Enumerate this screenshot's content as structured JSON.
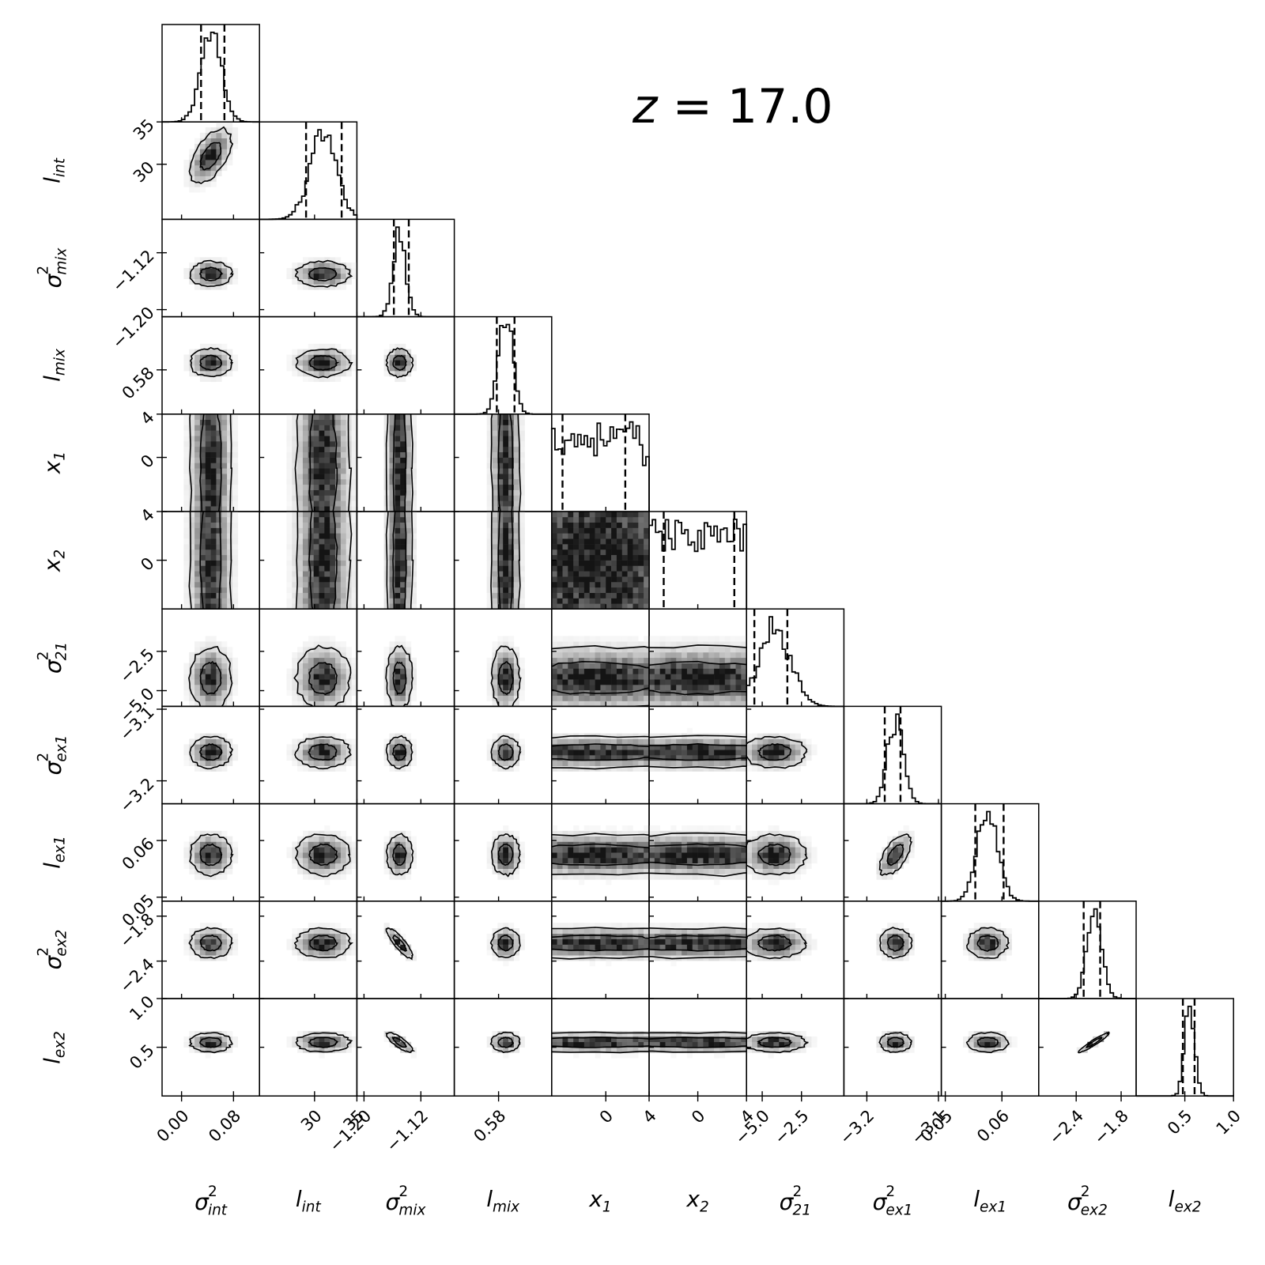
{
  "title": {
    "prefix": "z",
    "eq": " = ",
    "value": "17.0"
  },
  "chart_data": {
    "type": "corner",
    "title": "z = 17.0",
    "parameters": [
      {
        "id": "sigma2_int",
        "sym": "σ",
        "sub": "int",
        "sup": "2",
        "range": [
          -0.03,
          0.12
        ],
        "median": 0.045,
        "q16": 0.03,
        "q84": 0.066,
        "sd": 0.016,
        "shape": "normal",
        "ticks": [
          {
            "v": 0.0,
            "label": "0.00"
          },
          {
            "v": 0.08,
            "label": "0.08"
          }
        ]
      },
      {
        "id": "l_int",
        "sym": "l",
        "sub": "int",
        "sup": "",
        "range": [
          23.5,
          35.0
        ],
        "median": 31.0,
        "q16": 29.0,
        "q84": 33.2,
        "sd": 1.6,
        "shape": "normal",
        "ticks": [
          {
            "v": 30,
            "label": "30"
          },
          {
            "v": 35,
            "label": "35"
          }
        ]
      },
      {
        "id": "sigma2_mix",
        "sym": "σ",
        "sub": "mix",
        "sup": "2",
        "range": [
          -1.21,
          -1.073
        ],
        "median": -1.15,
        "q16": -1.158,
        "q84": -1.137,
        "sd": 0.009,
        "shape": "normal",
        "ticks": [
          {
            "v": -1.2,
            "label": "−1.20"
          },
          {
            "v": -1.12,
            "label": "−1.12"
          }
        ]
      },
      {
        "id": "l_mix",
        "sym": "l",
        "sub": "mix",
        "sup": "",
        "range": [
          0.555,
          0.61
        ],
        "median": 0.584,
        "q16": 0.579,
        "q84": 0.589,
        "sd": 0.004,
        "shape": "normal",
        "ticks": [
          {
            "v": 0.58,
            "label": "0.58"
          }
        ]
      },
      {
        "id": "x1",
        "sym": "x",
        "sub": "1",
        "sup": "",
        "range": [
          -5.0,
          4.0
        ],
        "median": -1.0,
        "q16": -4.0,
        "q84": 1.8,
        "sd": 2.5,
        "shape": "uniform",
        "ticks": [
          {
            "v": 0,
            "label": "0"
          },
          {
            "v": 4,
            "label": "4"
          }
        ]
      },
      {
        "id": "x2",
        "sym": "x",
        "sub": "2",
        "sup": "",
        "range": [
          -4.0,
          4.0
        ],
        "median": 0.0,
        "q16": -2.8,
        "q84": 3.0,
        "sd": 2.3,
        "shape": "uniform",
        "ticks": [
          {
            "v": 0,
            "label": "0"
          },
          {
            "v": 4,
            "label": "4"
          }
        ]
      },
      {
        "id": "sigma2_21",
        "sym": "σ",
        "sub": "21",
        "sup": "2",
        "range": [
          -6.0,
          0.2
        ],
        "median": -4.2,
        "q16": -5.5,
        "q84": -3.4,
        "sd": 1.0,
        "shape": "normal",
        "ticks": [
          {
            "v": -5.0,
            "label": "−5.0"
          },
          {
            "v": -2.5,
            "label": "−2.5"
          }
        ]
      },
      {
        "id": "sigma2_ex1",
        "sym": "σ",
        "sub": "ex1",
        "sup": "2",
        "range": [
          -3.232,
          -3.096
        ],
        "median": -3.16,
        "q16": -3.175,
        "q84": -3.153,
        "sd": 0.011,
        "shape": "normal",
        "ticks": [
          {
            "v": -3.2,
            "label": "−3.2"
          },
          {
            "v": -3.1,
            "label": "−3.1"
          }
        ]
      },
      {
        "id": "l_ex1",
        "sym": "l",
        "sub": "ex1",
        "sup": "",
        "range": [
          0.0493,
          0.0665
        ],
        "median": 0.0575,
        "q16": 0.0553,
        "q84": 0.0603,
        "sd": 0.0018,
        "shape": "normal",
        "ticks": [
          {
            "v": 0.05,
            "label": "0.05"
          },
          {
            "v": 0.06,
            "label": "0.06"
          }
        ]
      },
      {
        "id": "sigma2_ex2",
        "sym": "σ",
        "sub": "ex2",
        "sup": "2",
        "range": [
          -2.9,
          -1.6
        ],
        "median": -2.16,
        "q16": -2.3,
        "q84": -2.08,
        "sd": 0.1,
        "shape": "normal",
        "ticks": [
          {
            "v": -2.4,
            "label": "−2.4"
          },
          {
            "v": -1.8,
            "label": "−1.8"
          }
        ]
      },
      {
        "id": "l_ex2",
        "sym": "l",
        "sub": "ex2",
        "sup": "",
        "range": [
          0.0,
          1.0
        ],
        "median": 0.55,
        "q16": 0.48,
        "q84": 0.6,
        "sd": 0.05,
        "shape": "normal",
        "ticks": [
          {
            "v": 0.5,
            "label": "0.5"
          },
          {
            "v": 1.0,
            "label": "1.0"
          }
        ]
      }
    ],
    "correlations": [
      {
        "i": 1,
        "j": 0,
        "rho": 0.55
      },
      {
        "i": 9,
        "j": 2,
        "rho": -0.85
      },
      {
        "i": 10,
        "j": 2,
        "rho": -0.8
      },
      {
        "i": 10,
        "j": 9,
        "rho": 0.95
      },
      {
        "i": 8,
        "j": 7,
        "rho": 0.6
      }
    ],
    "contour_levels": [
      0.39,
      0.86
    ],
    "quantile_lines": [
      "q16",
      "q84"
    ],
    "grid": false,
    "legend": "none"
  }
}
